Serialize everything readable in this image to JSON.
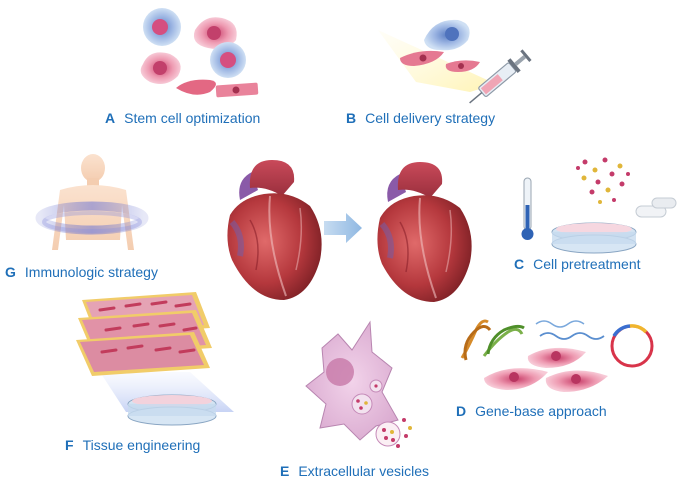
{
  "strategies": [
    {
      "letter": "A",
      "text": "Stem cell optimization"
    },
    {
      "letter": "B",
      "text": "Cell delivery strategy"
    },
    {
      "letter": "C",
      "text": "Cell pretreatment"
    },
    {
      "letter": "D",
      "text": "Gene-base approach"
    },
    {
      "letter": "E",
      "text": "Extracellular vesicles"
    },
    {
      "letter": "F",
      "text": "Tissue engineering"
    },
    {
      "letter": "G",
      "text": "Immunologic strategy"
    }
  ],
  "colors": {
    "label": "#1f6fb8",
    "arrow": "#9cc3e6",
    "heart_muscle": "#b5383d",
    "cell_pink": "#e68aa3",
    "nucleus_blue": "#6b8fc9"
  },
  "icons": [
    "stem-cell-icon",
    "syringe-icon",
    "thermometer-icon",
    "petri-dish-icon",
    "dna-helix-icon",
    "plasmid-icon",
    "vesicle-cell-icon",
    "tissue-scaffold-icon",
    "human-torso-icon",
    "heart-icon",
    "arrow-right-icon"
  ]
}
